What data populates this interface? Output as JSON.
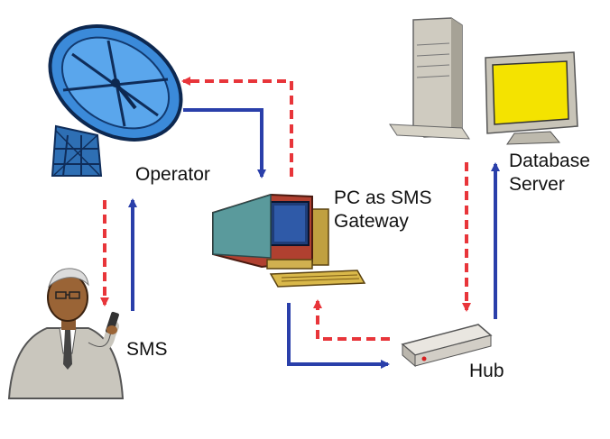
{
  "nodes": {
    "operator": {
      "label": "Operator",
      "icon": "satellite-dish-icon"
    },
    "gateway": {
      "label_line1": "PC as SMS",
      "label_line2": "Gateway",
      "icon": "desktop-pc-icon"
    },
    "database": {
      "label_line1": "Database",
      "label_line2": "Server",
      "icon": "server-computer-icon"
    },
    "hub": {
      "label": "Hub",
      "icon": "network-hub-icon"
    },
    "sms": {
      "label": "SMS",
      "icon": "man-with-phone-icon"
    }
  },
  "colors": {
    "outbound_arrow": "#e8353a",
    "inbound_arrow": "#2a3faa"
  }
}
